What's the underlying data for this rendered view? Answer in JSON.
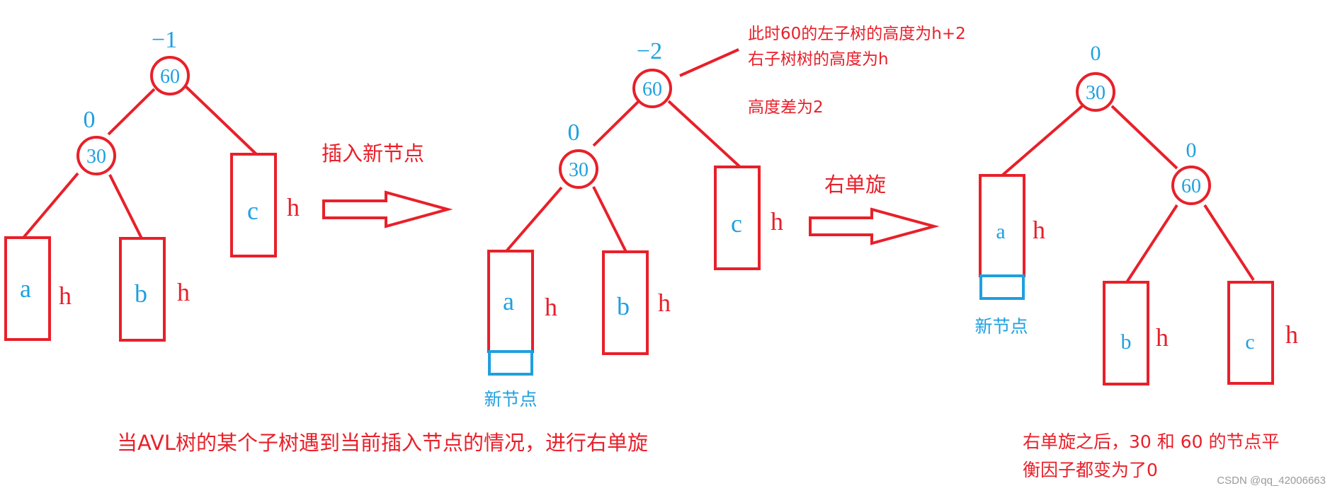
{
  "tree1": {
    "root": {
      "value": "60",
      "balance": "−1"
    },
    "left": {
      "value": "30",
      "balance": "0"
    },
    "subtrees": [
      {
        "name": "a",
        "height": "h"
      },
      {
        "name": "b",
        "height": "h"
      },
      {
        "name": "c",
        "height": "h"
      }
    ]
  },
  "arrow1_label": "插入新节点",
  "tree2": {
    "root": {
      "value": "60",
      "balance": "−2"
    },
    "left": {
      "value": "30",
      "balance": "0"
    },
    "subtrees": [
      {
        "name": "a",
        "height": "h"
      },
      {
        "name": "b",
        "height": "h"
      },
      {
        "name": "c",
        "height": "h"
      }
    ],
    "new_node_label": "新节点",
    "note_lines": [
      "此时60的左子树的高度为h+2",
      "右子树树的高度为h",
      "高度差为2"
    ]
  },
  "arrow2_label": "右单旋",
  "tree3": {
    "root": {
      "value": "30",
      "balance": "0"
    },
    "right": {
      "value": "60",
      "balance": "0"
    },
    "subtrees": [
      {
        "name": "a",
        "height": "h"
      },
      {
        "name": "b",
        "height": "h"
      },
      {
        "name": "c",
        "height": "h"
      }
    ],
    "new_node_label": "新节点"
  },
  "caption_main": "当AVL树的某个子树遇到当前插入节点的情况，进行右单旋",
  "caption_right": [
    "右单旋之后，30 和 60 的节点平",
    "衡因子都变为了0"
  ],
  "watermark": "CSDN @qq_42006663",
  "colors": {
    "red": "#e8202a",
    "blue": "#1ea0e0"
  }
}
